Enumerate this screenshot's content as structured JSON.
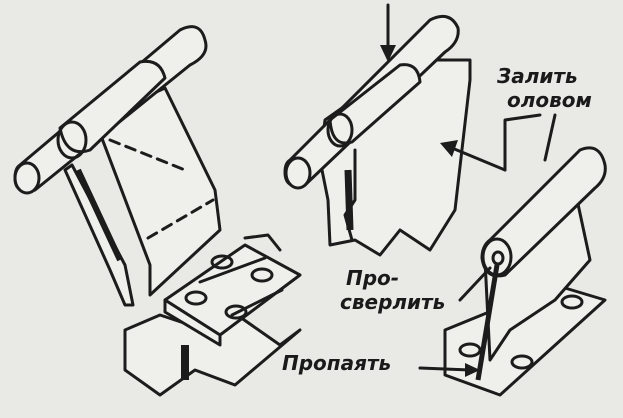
{
  "labels": {
    "fill_tin_line1": "Залить",
    "fill_tin_line2": "оловом",
    "drill_line1": "Про-",
    "drill_line2": "сверлить",
    "solder": "Пропаять"
  },
  "colors": {
    "ink": "#1c1c1c",
    "paper": "#e9e9e6"
  }
}
